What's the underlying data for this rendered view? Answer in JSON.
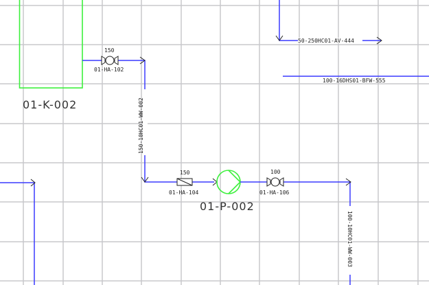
{
  "diagram": {
    "type": "P&ID",
    "colors": {
      "pipe": "#3a3aff",
      "equipment": "#3cf03c",
      "grid": "#c8c8cc",
      "symbol": "#222222"
    },
    "equipment": [
      {
        "id": "vessel",
        "tag": "01-K-002",
        "kind": "vessel"
      },
      {
        "id": "pump",
        "tag": "01-P-002",
        "kind": "centrifugal-pump"
      }
    ],
    "valves": [
      {
        "id": "v102",
        "size": "150",
        "tag": "01-HA-102",
        "kind": "gate-valve"
      },
      {
        "id": "v104",
        "size": "150",
        "tag": "01-HA-104",
        "kind": "check-valve"
      },
      {
        "id": "v106",
        "size": "100",
        "tag": "01-HA-106",
        "kind": "gate-valve"
      }
    ],
    "lines": [
      {
        "id": "l002",
        "tag": "150-10HC01-WW-002"
      },
      {
        "id": "l444",
        "tag": "50-250HC01-AV-444"
      },
      {
        "id": "l555",
        "tag": "100-16DHS01-BFW-555"
      },
      {
        "id": "l003",
        "tag": "100-10HC01-WW-003"
      }
    ]
  }
}
